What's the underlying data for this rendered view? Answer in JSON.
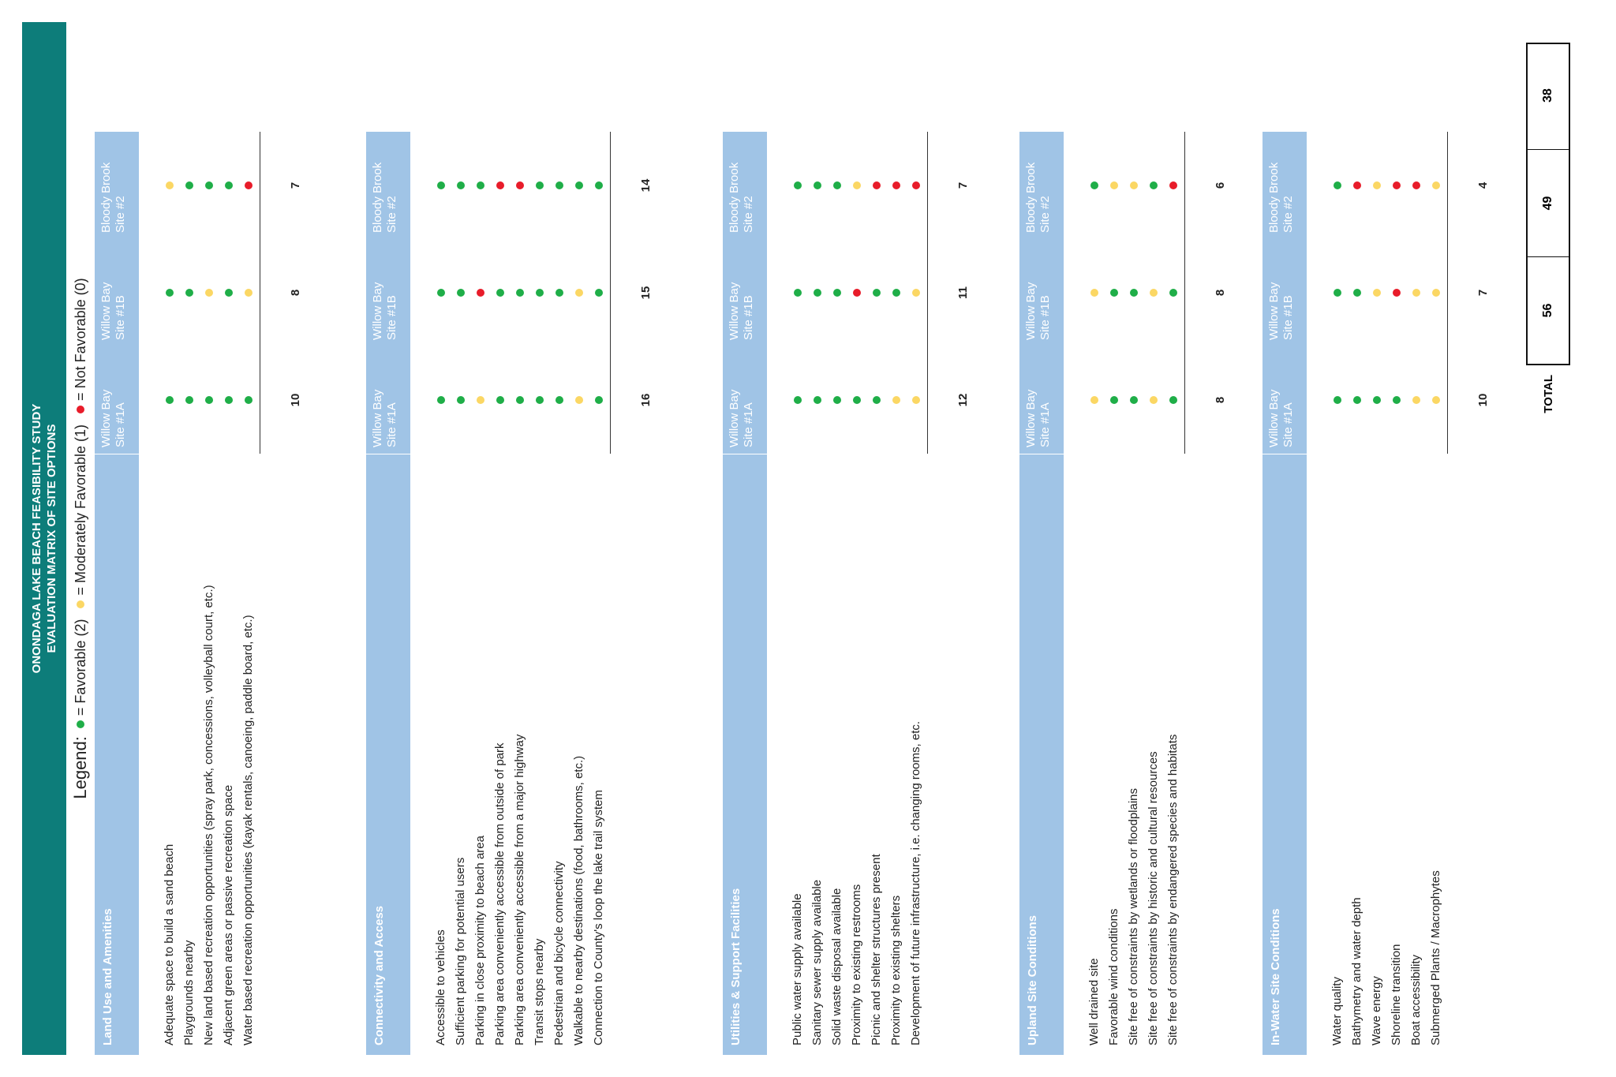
{
  "title": {
    "line1": "ONONDAGA LAKE BEACH FEASIBILITY STUDY",
    "line2": "EVALUATION MATRIX OF SITE OPTIONS"
  },
  "legend": {
    "label": "Legend:",
    "favorable": "= Favorable (2)",
    "moderate": "= Moderately Favorable (1)",
    "not_favorable": "= Not Favorable (0)"
  },
  "colors": {
    "green": "#1fae48",
    "yellow": "#fbd764",
    "red": "#e81c2a",
    "header": "#a0c4e6",
    "title_bg": "#0d7d7a"
  },
  "sites": [
    "Willow Bay\nSite #1A",
    "Willow Bay\nSite #1B",
    "Bloody Brook\nSite #2"
  ],
  "sections": [
    {
      "name": "Land Use and Amenities",
      "criteria": [
        {
          "label": "Adequate space to build a sand beach",
          "ratings": [
            "green",
            "green",
            "yellow"
          ]
        },
        {
          "label": "Playgrounds nearby",
          "ratings": [
            "green",
            "green",
            "green"
          ]
        },
        {
          "label": "New land based recreation opportunities (spray park, concessions, volleyball court, etc.)",
          "ratings": [
            "green",
            "yellow",
            "green"
          ]
        },
        {
          "label": "Adjacent green areas or passive recreation space",
          "ratings": [
            "green",
            "green",
            "green"
          ]
        },
        {
          "label": "Water based recreation opportunities (kayak rentals, canoeing, paddle board, etc.)",
          "ratings": [
            "green",
            "yellow",
            "red"
          ]
        }
      ],
      "subtotals": [
        "10",
        "8",
        "7"
      ]
    },
    {
      "name": "Connectivity and Access",
      "criteria": [
        {
          "label": "Accessible to vehicles",
          "ratings": [
            "green",
            "green",
            "green"
          ]
        },
        {
          "label": "Sufficient parking for potential users",
          "ratings": [
            "green",
            "green",
            "green"
          ]
        },
        {
          "label": "Parking in close proximity to beach area",
          "ratings": [
            "yellow",
            "red",
            "green"
          ]
        },
        {
          "label": "Parking area conveniently accessible from outside of park",
          "ratings": [
            "green",
            "green",
            "red"
          ]
        },
        {
          "label": "Parking area conveniently accessible from a major highway",
          "ratings": [
            "green",
            "green",
            "red"
          ]
        },
        {
          "label": "Transit stops nearby",
          "ratings": [
            "green",
            "green",
            "green"
          ]
        },
        {
          "label": "Pedestrian and bicycle connectivity",
          "ratings": [
            "green",
            "green",
            "green"
          ]
        },
        {
          "label": "Walkable to nearby destinations (food, bathrooms, etc.)",
          "ratings": [
            "yellow",
            "yellow",
            "green"
          ]
        },
        {
          "label": "Connection to County's loop the lake trail system",
          "ratings": [
            "green",
            "green",
            "green"
          ]
        }
      ],
      "subtotals": [
        "16",
        "15",
        "14"
      ]
    },
    {
      "name": "Utilities & Support Facilities",
      "criteria": [
        {
          "label": "Public water supply available",
          "ratings": [
            "green",
            "green",
            "green"
          ]
        },
        {
          "label": "Sanitary sewer supply  available",
          "ratings": [
            "green",
            "green",
            "green"
          ]
        },
        {
          "label": "Solid waste disposal available",
          "ratings": [
            "green",
            "green",
            "green"
          ]
        },
        {
          "label": "Proximity to existing restrooms",
          "ratings": [
            "green",
            "red",
            "yellow"
          ]
        },
        {
          "label": "Picnic and shelter structures present",
          "ratings": [
            "green",
            "green",
            "red"
          ]
        },
        {
          "label": "Proximity to existing shelters",
          "ratings": [
            "yellow",
            "green",
            "red"
          ]
        },
        {
          "label": "Development of future infrastructure, i.e. changing rooms, etc.",
          "ratings": [
            "yellow",
            "yellow",
            "red"
          ]
        }
      ],
      "subtotals": [
        "12",
        "11",
        "7"
      ]
    },
    {
      "name": "Upland Site Conditions",
      "criteria": [
        {
          "label": "Well drained site",
          "ratings": [
            "yellow",
            "yellow",
            "green"
          ]
        },
        {
          "label": "Favorable wind conditions",
          "ratings": [
            "green",
            "green",
            "yellow"
          ]
        },
        {
          "label": "Site free of constraints by wetlands or floodplains",
          "ratings": [
            "green",
            "green",
            "yellow"
          ]
        },
        {
          "label": "Site free of constraints by historic and cultural resources",
          "ratings": [
            "yellow",
            "yellow",
            "green"
          ]
        },
        {
          "label": "Site free of constraints by endangered species and habitats",
          "ratings": [
            "green",
            "green",
            "red"
          ]
        }
      ],
      "subtotals": [
        "8",
        "8",
        "6"
      ]
    },
    {
      "name": "In-Water Site Conditions",
      "criteria": [
        {
          "label": "Water quality",
          "ratings": [
            "green",
            "green",
            "green"
          ]
        },
        {
          "label": "Bathymetry and water depth",
          "ratings": [
            "green",
            "green",
            "red"
          ]
        },
        {
          "label": "Wave energy",
          "ratings": [
            "green",
            "yellow",
            "yellow"
          ]
        },
        {
          "label": "Shoreline transition",
          "ratings": [
            "green",
            "red",
            "red"
          ]
        },
        {
          "label": "Boat accessibility",
          "ratings": [
            "yellow",
            "yellow",
            "red"
          ]
        },
        {
          "label": "Submerged Plants / Macrophytes",
          "ratings": [
            "yellow",
            "yellow",
            "yellow"
          ]
        }
      ],
      "subtotals": [
        "10",
        "7",
        "4"
      ]
    }
  ],
  "total": {
    "label": "TOTAL",
    "values": [
      "56",
      "49",
      "38"
    ]
  }
}
